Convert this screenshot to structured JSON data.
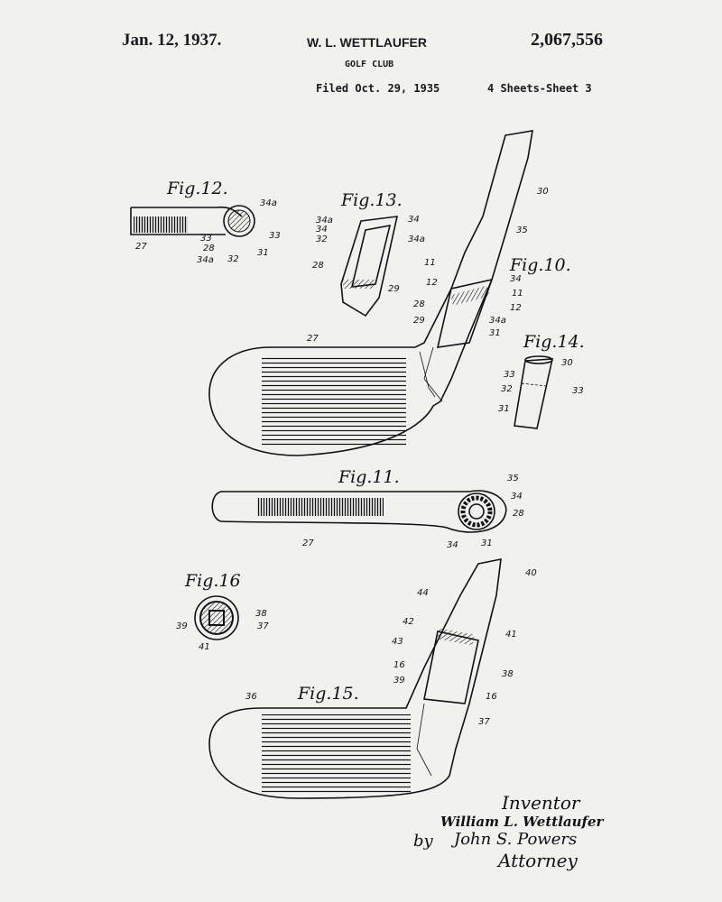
{
  "header": {
    "date": "Jan. 12, 1937.",
    "inventor": "W. L. WETTLAUFER",
    "patent_number": "2,067,556",
    "title": "GOLF CLUB",
    "filed": "Filed Oct. 29, 1935",
    "sheets": "4 Sheets-Sheet 3"
  },
  "figures": {
    "fig10": {
      "label": "Fig.10.",
      "nums": [
        "30",
        "35",
        "34",
        "12",
        "11",
        "12",
        "11",
        "28",
        "29",
        "34a",
        "31",
        "27"
      ]
    },
    "fig11": {
      "label": "Fig.11.",
      "nums": [
        "35",
        "34",
        "28",
        "27",
        "34",
        "31"
      ]
    },
    "fig12": {
      "label": "Fig.12.",
      "nums": [
        "34a",
        "33",
        "33",
        "28",
        "34a",
        "32",
        "31",
        "27"
      ]
    },
    "fig13": {
      "label": "Fig.13.",
      "nums": [
        "34",
        "34a",
        "32",
        "34",
        "34a",
        "28",
        "29"
      ]
    },
    "fig14": {
      "label": "Fig.14.",
      "nums": [
        "30",
        "33",
        "32",
        "33",
        "31"
      ]
    },
    "fig15": {
      "label": "Fig.15.",
      "nums": [
        "40",
        "44",
        "42",
        "43",
        "41",
        "16",
        "39",
        "38",
        "16",
        "37",
        "36"
      ]
    },
    "fig16": {
      "label": "Fig.16",
      "nums": [
        "38",
        "37",
        "39",
        "41"
      ]
    }
  },
  "signature": {
    "inventor_label": "Inventor",
    "inventor_name": "William L. Wettlaufer",
    "by": "by",
    "attorney_name": "John S. Powers",
    "attorney_label": "Attorney"
  }
}
